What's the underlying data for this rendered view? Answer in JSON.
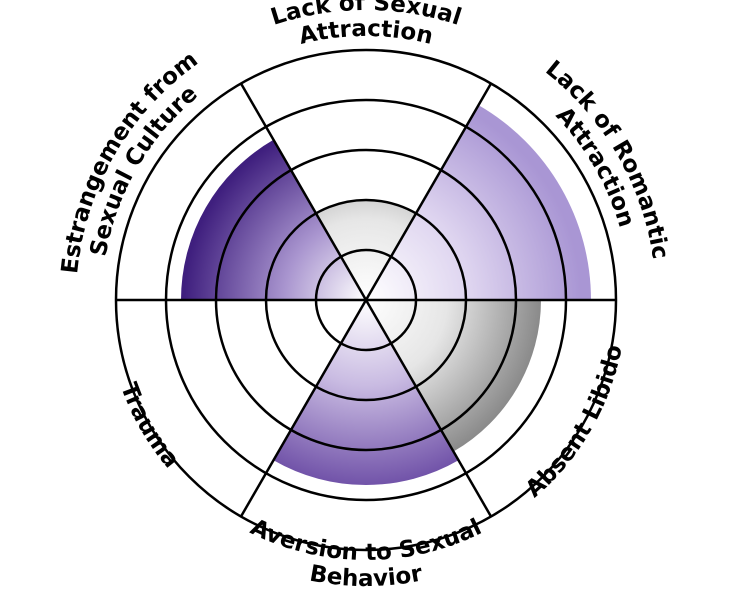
{
  "chart_data": {
    "type": "radial-segment",
    "rings": 5,
    "segments": [
      {
        "labels": [
          "Lack of Sexual",
          "Attraction"
        ],
        "value": 2,
        "scheme": "gray"
      },
      {
        "labels": [
          "Lack of Romantic",
          "Attraction"
        ],
        "value": 4.5,
        "scheme": "light-purple"
      },
      {
        "labels": [
          "Absent Libido"
        ],
        "value": 3.5,
        "scheme": "gray"
      },
      {
        "labels": [
          "Aversion to Sexual",
          "Behavior"
        ],
        "value": 3.7,
        "scheme": "purple"
      },
      {
        "labels": [
          "Trauma"
        ],
        "value": 0,
        "scheme": "none"
      },
      {
        "labels": [
          "Estrangement from",
          "Sexual Culture"
        ],
        "value": 3.7,
        "scheme": "deep-purple"
      }
    ]
  },
  "colors": {
    "gray": "#8c8c8c",
    "light-purple": "#b7a5db",
    "purple": "#7a5cae",
    "deep-purple": "#4b2a86",
    "outline": "#000000"
  }
}
